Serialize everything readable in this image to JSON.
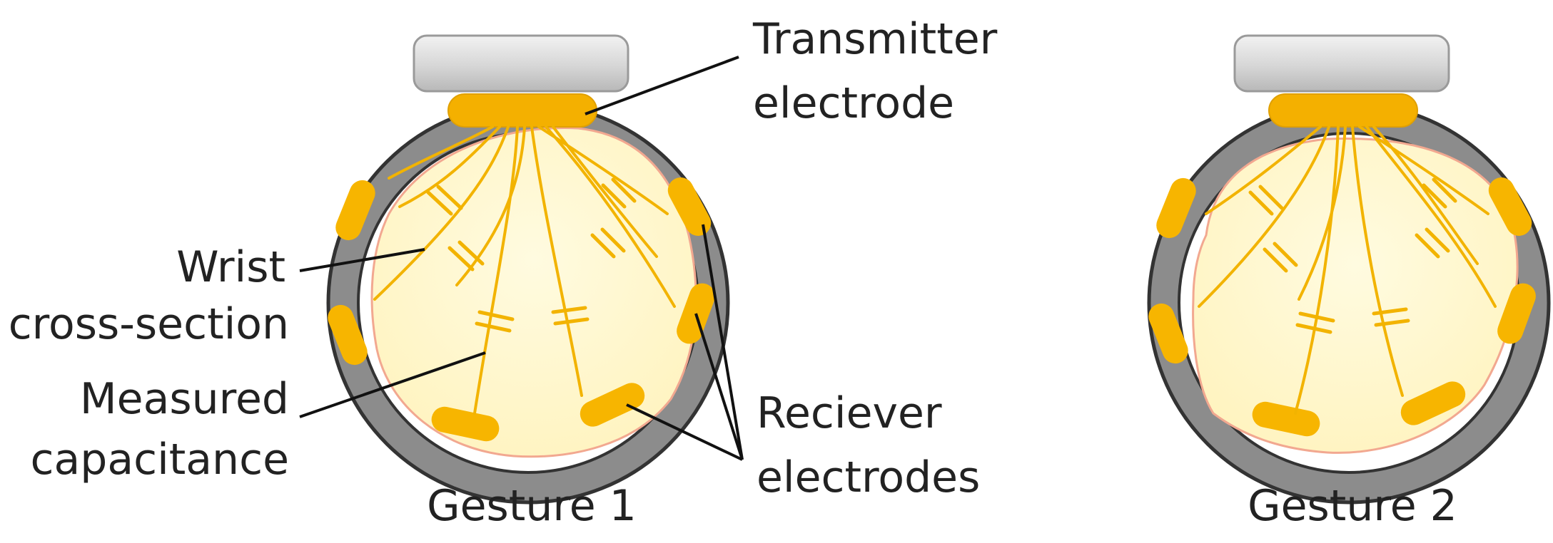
{
  "labels": {
    "transmitter_line1": "Transmitter",
    "transmitter_line2": "electrode",
    "wrist_line1": "Wrist",
    "wrist_line2": "cross-section",
    "measured_line1": "Measured",
    "measured_line2": "capacitance",
    "receiver_line1": "Reciever",
    "receiver_line2": "electrodes",
    "gesture1": "Gesture 1",
    "gesture2": "Gesture 2"
  },
  "colors": {
    "band": "#8a8a8a",
    "band_outline": "#333333",
    "electrode": "#f7b500",
    "wire": "#f2b300",
    "wrist_fill": "#fff8d2",
    "wrist_outline": "#f2a890",
    "housing": "#d9d9d9"
  }
}
